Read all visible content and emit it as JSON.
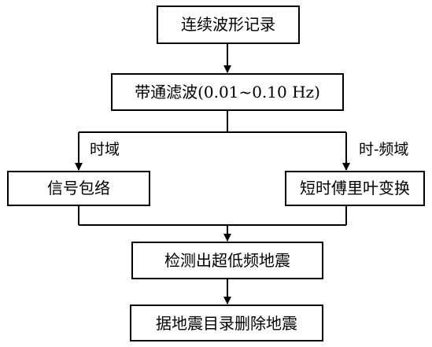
{
  "nodes": {
    "continuous_record": "连续波形记录",
    "bandpass": "带通滤波(0.01~0.10 Hz)",
    "envelope": "信号包络",
    "stft": "短时傅里叶变换",
    "detect": "检测出超低频地震",
    "delete": "据地震目录删除地震"
  },
  "branch_labels": {
    "time_domain": "时域",
    "time_frequency_domain": "时-频域"
  }
}
